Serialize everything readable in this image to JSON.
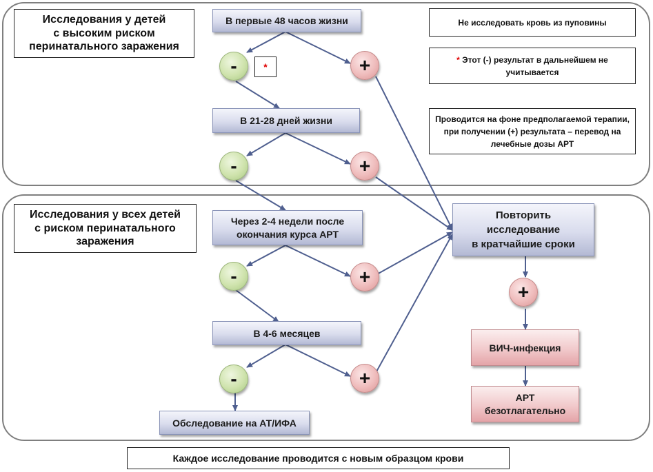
{
  "regions": {
    "top_label": "Исследования у детей\nс высоким риском\nперинатального заражения",
    "bottom_label": "Исследования у всех детей\nс риском перинатального\nзаражения"
  },
  "steps": {
    "first_48h": "В первые 48 часов жизни",
    "days_21_28": "В 21-28 дней жизни",
    "after_art": "Через 2-4 недели после\nокончания курса АРТ",
    "months_4_6": "В 4-6 месяцев",
    "exam_at_ifa": "Обследование на АТ/ИФА",
    "repeat": "Повторить\nисследование\nв кратчайшие сроки",
    "hiv": "ВИЧ-инфекция",
    "art_now": "АРТ\nбезотлагательно"
  },
  "symbols": {
    "minus": "-",
    "plus": "+",
    "asterisk": "*"
  },
  "notes": {
    "no_cord_blood": "Не исследовать кровь из пуповины",
    "asterisk_mark": "*",
    "asterisk_text": " Этот (-) результат в дальнейшем не учитывается",
    "therapy": "Проводится на фоне предполагаемой терапии, при получении (+) результата – перевод на лечебные дозы АРТ"
  },
  "footer": "Каждое исследование проводится с новым образцом крови",
  "colors": {
    "step_blue": "#d9dced",
    "step_pink": "#f1c9cb",
    "minus_green": "#cfe3ad",
    "plus_pink": "#efbcbc",
    "arrow": "#4f5f8f",
    "asterisk": "#e00000"
  }
}
